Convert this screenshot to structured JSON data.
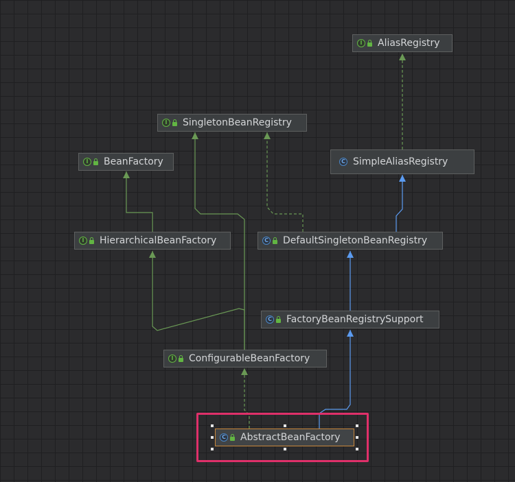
{
  "diagram": {
    "nodes": [
      {
        "id": "alias-registry",
        "label": "AliasRegistry",
        "kind": "interface"
      },
      {
        "id": "singleton-bean-registry",
        "label": "SingletonBeanRegistry",
        "kind": "interface"
      },
      {
        "id": "bean-factory",
        "label": "BeanFactory",
        "kind": "interface"
      },
      {
        "id": "simple-alias-registry",
        "label": "SimpleAliasRegistry",
        "kind": "class"
      },
      {
        "id": "hierarchical-bean-factory",
        "label": "HierarchicalBeanFactory",
        "kind": "interface"
      },
      {
        "id": "default-singleton-bean-registry",
        "label": "DefaultSingletonBeanRegistry",
        "kind": "class"
      },
      {
        "id": "factory-bean-registry-support",
        "label": "FactoryBeanRegistrySupport",
        "kind": "class"
      },
      {
        "id": "configurable-bean-factory",
        "label": "ConfigurableBeanFactory",
        "kind": "interface"
      },
      {
        "id": "abstract-bean-factory",
        "label": "AbstractBeanFactory",
        "kind": "class",
        "selected": true
      }
    ],
    "edges": [
      {
        "from": "simple-alias-registry",
        "to": "alias-registry",
        "relation": "implements"
      },
      {
        "from": "default-singleton-bean-registry",
        "to": "simple-alias-registry",
        "relation": "extends"
      },
      {
        "from": "default-singleton-bean-registry",
        "to": "singleton-bean-registry",
        "relation": "implements"
      },
      {
        "from": "hierarchical-bean-factory",
        "to": "bean-factory",
        "relation": "extends-interface"
      },
      {
        "from": "factory-bean-registry-support",
        "to": "default-singleton-bean-registry",
        "relation": "extends"
      },
      {
        "from": "configurable-bean-factory",
        "to": "hierarchical-bean-factory",
        "relation": "extends-interface"
      },
      {
        "from": "configurable-bean-factory",
        "to": "singleton-bean-registry",
        "relation": "extends-interface"
      },
      {
        "from": "abstract-bean-factory",
        "to": "configurable-bean-factory",
        "relation": "implements"
      },
      {
        "from": "abstract-bean-factory",
        "to": "factory-bean-registry-support",
        "relation": "extends"
      }
    ]
  },
  "colors": {
    "interface_icon": "#62b543",
    "class_icon": "#4a86c7",
    "interface_edge": "#6a9955",
    "implements_edge": "#6a9955",
    "extends_edge": "#5b9bf0",
    "highlight": "#e0306a",
    "selection_border": "#c9873b"
  }
}
